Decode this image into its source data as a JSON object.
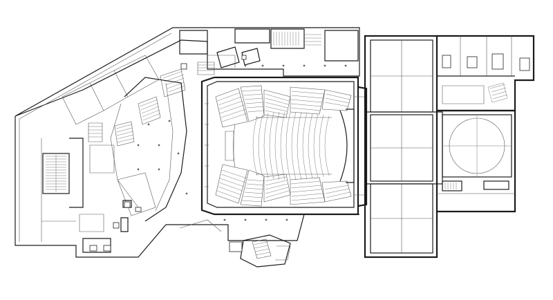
{
  "drawing": {
    "type": "architectural-floor-plan",
    "subject": "theatre-auditorium",
    "line_color": "#1a1a1a",
    "background": "#ffffff",
    "text_labels": []
  },
  "auditorium": {
    "stalls_rows": 14,
    "side_blocks": 6
  },
  "stage": {
    "gridded_panels": 3
  },
  "rehearsal": {
    "circle": true
  }
}
